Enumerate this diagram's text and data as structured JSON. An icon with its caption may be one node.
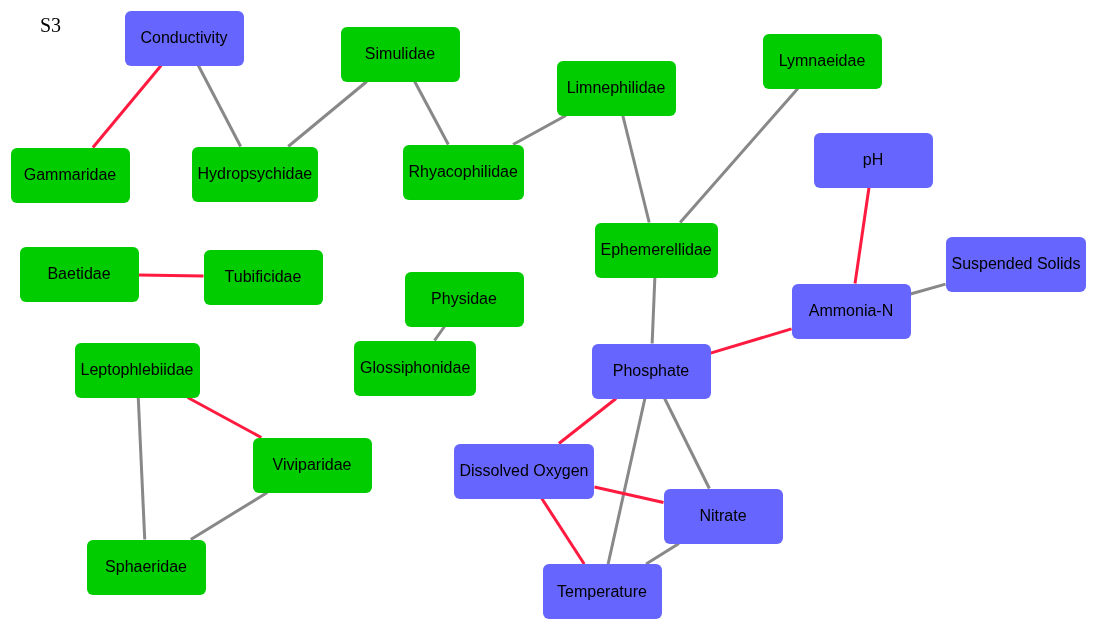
{
  "diagram": {
    "nodes": [
      {
        "text": [
          "Conductivity"
        ]
      },
      {
        "text": [
          "Simulidae"
        ]
      },
      {
        "text": [
          "Limnephilidae"
        ]
      },
      {
        "text": [
          "Lymnaeidae"
        ]
      },
      {
        "text": [
          "Gammaridae"
        ]
      },
      {
        "text": [
          "Hydropsychidae"
        ]
      },
      {
        "text": [
          "Rhyacophilidae"
        ]
      },
      {
        "text": [
          "pH"
        ]
      },
      {
        "text": [
          "Ephemerellidae"
        ]
      },
      {
        "text": [
          "Suspended Solids"
        ]
      },
      {
        "text": [
          "Baetidae"
        ]
      },
      {
        "text": [
          "Tubificidae"
        ]
      },
      {
        "text": [
          "Physidae"
        ]
      },
      {
        "text": [
          "Ammonia-N"
        ]
      },
      {
        "text": [
          "Leptophlebiidae"
        ]
      },
      {
        "text": [
          "Glossiphonidae"
        ]
      },
      {
        "text": [
          "Phosphate"
        ]
      },
      {
        "text": [
          "Viviparidae"
        ]
      },
      {
        "text": [
          "Dissolved Oxygen"
        ]
      },
      {
        "text": [
          "Nitrate"
        ]
      },
      {
        "text": [
          "Sphaeridae"
        ]
      },
      {
        "text": [
          "Temperature"
        ]
      }
    ],
    "edges": [
      {
        "from": 0,
        "to": 4,
        "arrow": "none",
        "color": "#ff1a40"
      },
      {
        "from": 0,
        "to": 5,
        "arrow": "none"
      },
      {
        "from": 1,
        "to": 5,
        "arrow": "none"
      },
      {
        "from": 1,
        "to": 6,
        "arrow": "none"
      },
      {
        "from": 2,
        "to": 6,
        "arrow": "none"
      },
      {
        "from": 2,
        "to": 8,
        "arrow": "none"
      },
      {
        "from": 3,
        "to": 8,
        "arrow": "none"
      },
      {
        "from": 7,
        "to": 13,
        "arrow": "none",
        "color": "#ff1a40"
      },
      {
        "from": 13,
        "to": 9,
        "arrow": "none"
      },
      {
        "from": 8,
        "to": 16,
        "arrow": "none"
      },
      {
        "from": 13,
        "to": 16,
        "arrow": "none",
        "color": "#ff1a40"
      },
      {
        "from": 10,
        "to": 11,
        "arrow": "none",
        "color": "#ff1a40"
      },
      {
        "from": 12,
        "to": 15,
        "arrow": "none"
      },
      {
        "from": 14,
        "to": 17,
        "arrow": "none",
        "color": "#ff1a40"
      },
      {
        "from": 14,
        "to": 20,
        "arrow": "none"
      },
      {
        "from": 17,
        "to": 20,
        "arrow": "none"
      },
      {
        "from": 16,
        "to": 18,
        "arrow": "none",
        "color": "#ff1a40"
      },
      {
        "from": 16,
        "to": 19,
        "arrow": "none"
      },
      {
        "from": 16,
        "to": 21,
        "arrow": "none"
      },
      {
        "from": 18,
        "to": 19,
        "arrow": "none",
        "color": "#ff1a40"
      },
      {
        "from": 18,
        "to": 21,
        "arrow": "none",
        "color": "#ff1a40"
      },
      {
        "from": 19,
        "to": 21,
        "arrow": "none"
      }
    ],
    "labels": [
      "S3"
    ]
  }
}
